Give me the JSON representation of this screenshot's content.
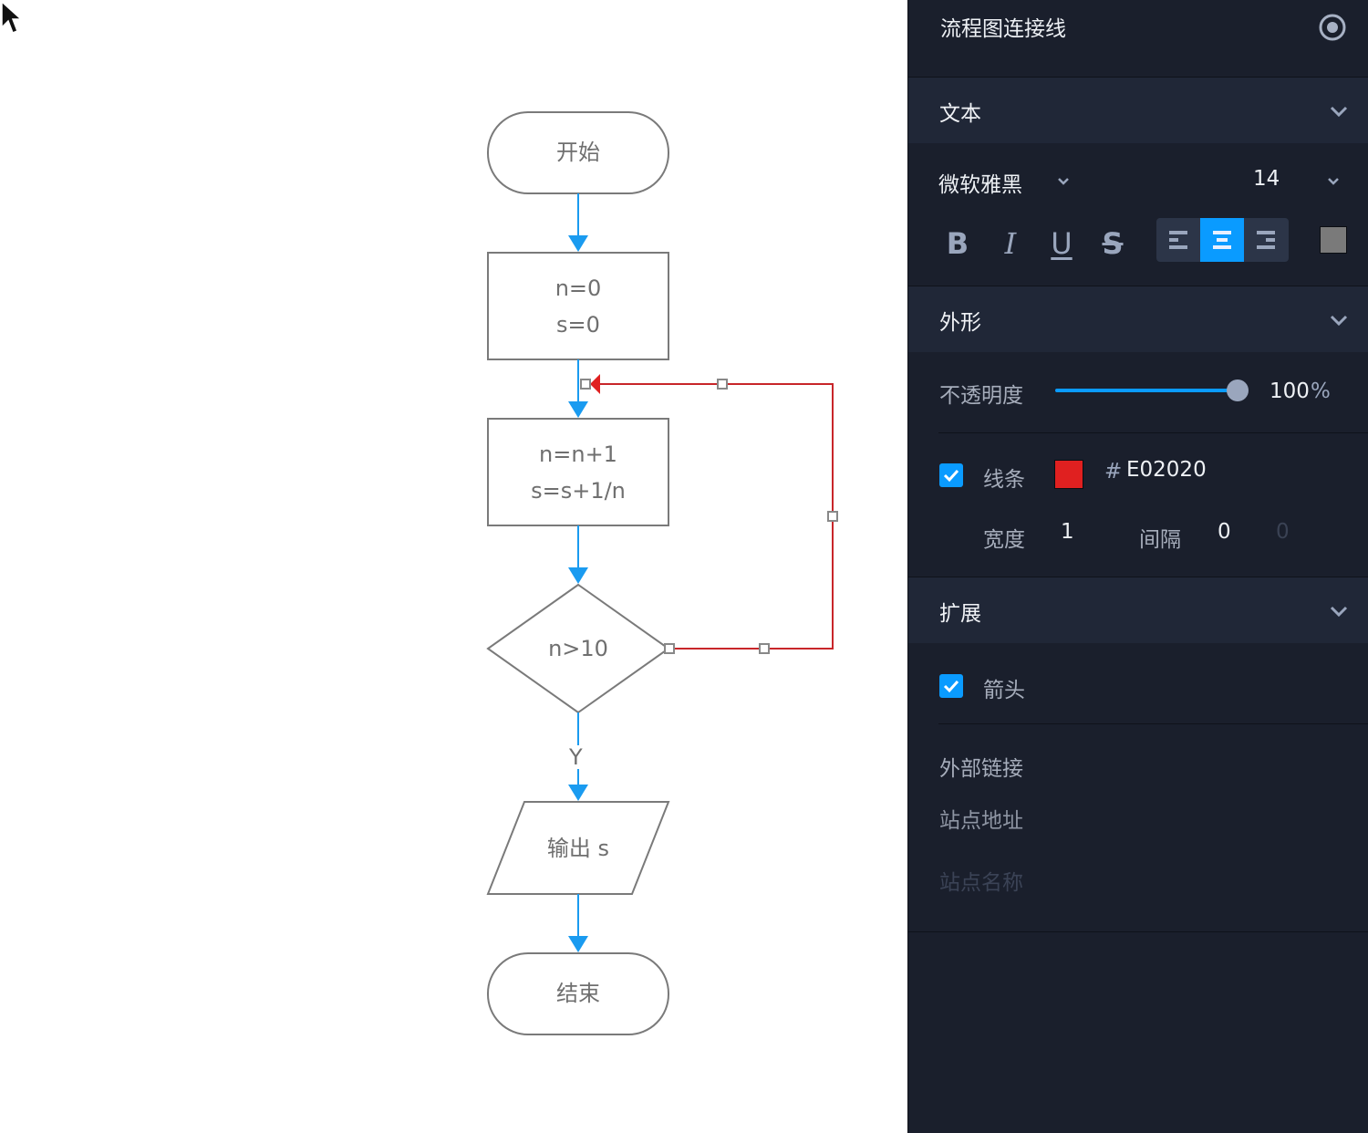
{
  "canvas": {
    "nodes": [
      {
        "id": "start",
        "type": "terminal",
        "lines": [
          "开始"
        ]
      },
      {
        "id": "init",
        "type": "process",
        "lines": [
          "n=0",
          "s=0"
        ]
      },
      {
        "id": "update",
        "type": "process",
        "lines": [
          "n=n+1",
          "s=s+1/n"
        ]
      },
      {
        "id": "cond",
        "type": "decision",
        "lines": [
          "n>10"
        ]
      },
      {
        "id": "output",
        "type": "io",
        "lines": [
          "输出 s"
        ]
      },
      {
        "id": "end",
        "type": "terminal",
        "lines": [
          "结束"
        ]
      }
    ],
    "edges": [
      {
        "from": "start",
        "to": "init",
        "label": ""
      },
      {
        "from": "init",
        "to": "update",
        "label": ""
      },
      {
        "from": "update",
        "to": "cond",
        "label": ""
      },
      {
        "from": "cond",
        "to": "output",
        "label": "Y"
      },
      {
        "from": "output",
        "to": "end",
        "label": ""
      },
      {
        "from": "cond",
        "to": "init-update-link",
        "label": "",
        "selected": true
      }
    ],
    "colors": {
      "node_stroke": "#7a7a7a",
      "node_text": "#6f6f6f",
      "edge": "#1a9bf0",
      "selected_edge": "#e02020"
    }
  },
  "panel": {
    "title": "流程图连接线",
    "visibility_icon": "eye-icon",
    "sections": {
      "text": {
        "header": "文本",
        "font_family": "微软雅黑",
        "font_size": "14",
        "style_buttons": {
          "bold": "B",
          "italic": "I",
          "underline": "U",
          "strikethrough": "S"
        },
        "alignment": "center",
        "text_color": "#7a7a7a"
      },
      "shape": {
        "header": "外形",
        "opacity_label": "不透明度",
        "opacity_value": "100",
        "opacity_percent": 100,
        "opacity_unit": "%",
        "stroke_label": "线条",
        "stroke_enabled": true,
        "stroke_color": "#E02020",
        "stroke_hash": "#",
        "stroke_hex": "E02020",
        "width_label": "宽度",
        "width_value": "1",
        "gap_label": "间隔",
        "gap_value1": "0",
        "gap_value2": "0"
      },
      "extension": {
        "header": "扩展",
        "arrow_label": "箭头",
        "arrow_enabled": true,
        "link_label": "外部链接",
        "url_placeholder": "站点地址",
        "name_placeholder": "站点名称"
      }
    },
    "colors": {
      "accent": "#0a9bff",
      "bg": "#1a1f2c",
      "header_bg": "#202737"
    }
  }
}
